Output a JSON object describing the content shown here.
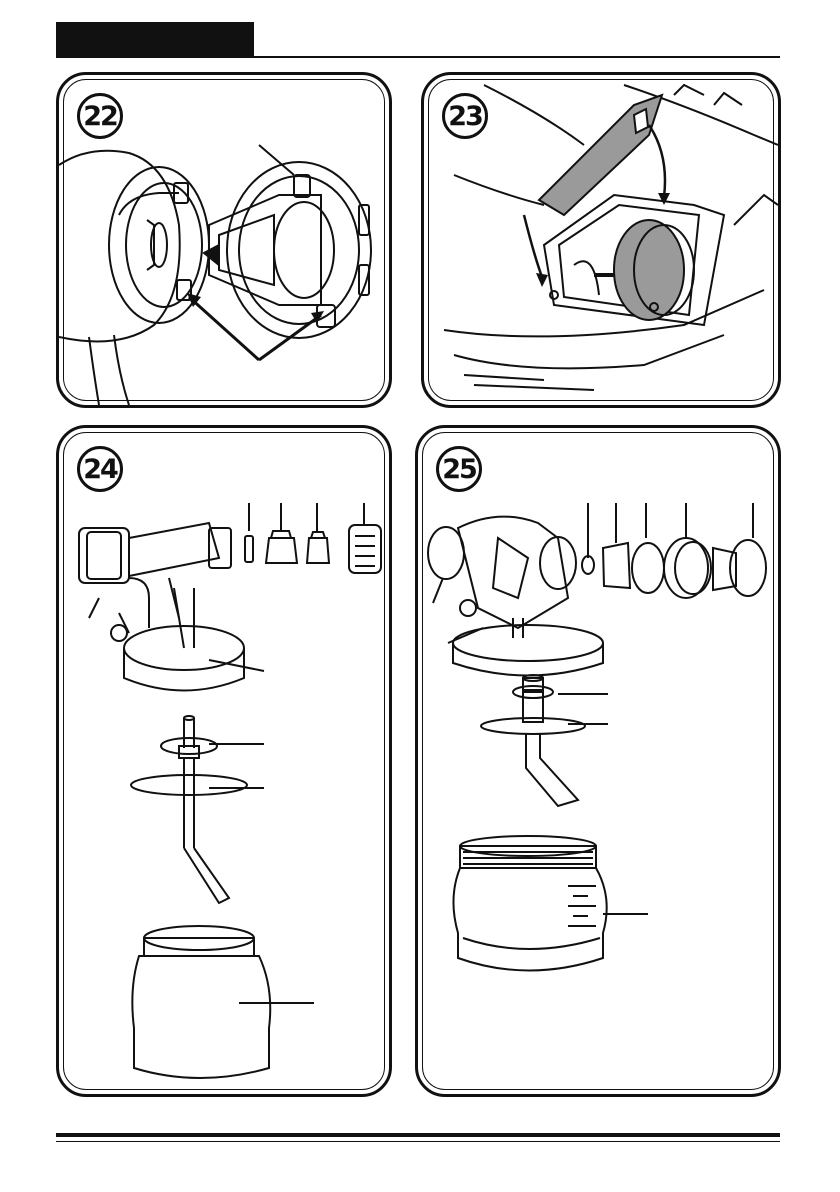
{
  "figures": [
    {
      "number": "22"
    },
    {
      "number": "23"
    },
    {
      "number": "24"
    },
    {
      "number": "25"
    }
  ]
}
